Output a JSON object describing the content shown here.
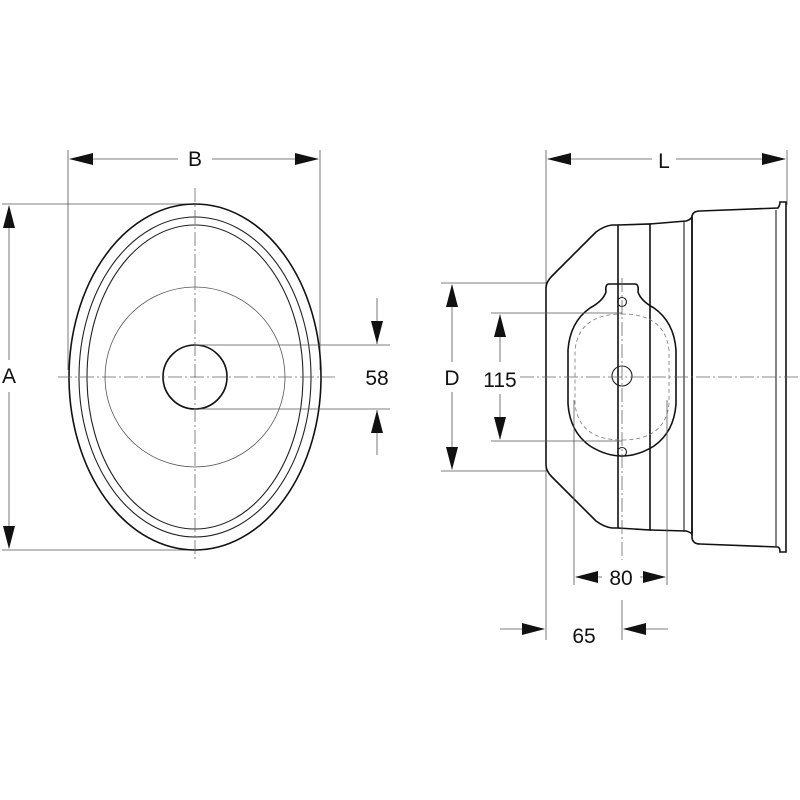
{
  "drawing": {
    "type": "technical-dimension-drawing",
    "views": {
      "front_view": {
        "labels": {
          "width": "B",
          "height": "A",
          "hole_diameter": "58"
        }
      },
      "side_view": {
        "labels": {
          "length": "L",
          "mount_height": "D",
          "mount_hole_spacing": "115",
          "mount_plate_width": "80",
          "mount_offset": "65"
        }
      }
    },
    "colors": {
      "line": "#111111",
      "dimension_line": "#555555",
      "background": "#ffffff"
    }
  }
}
